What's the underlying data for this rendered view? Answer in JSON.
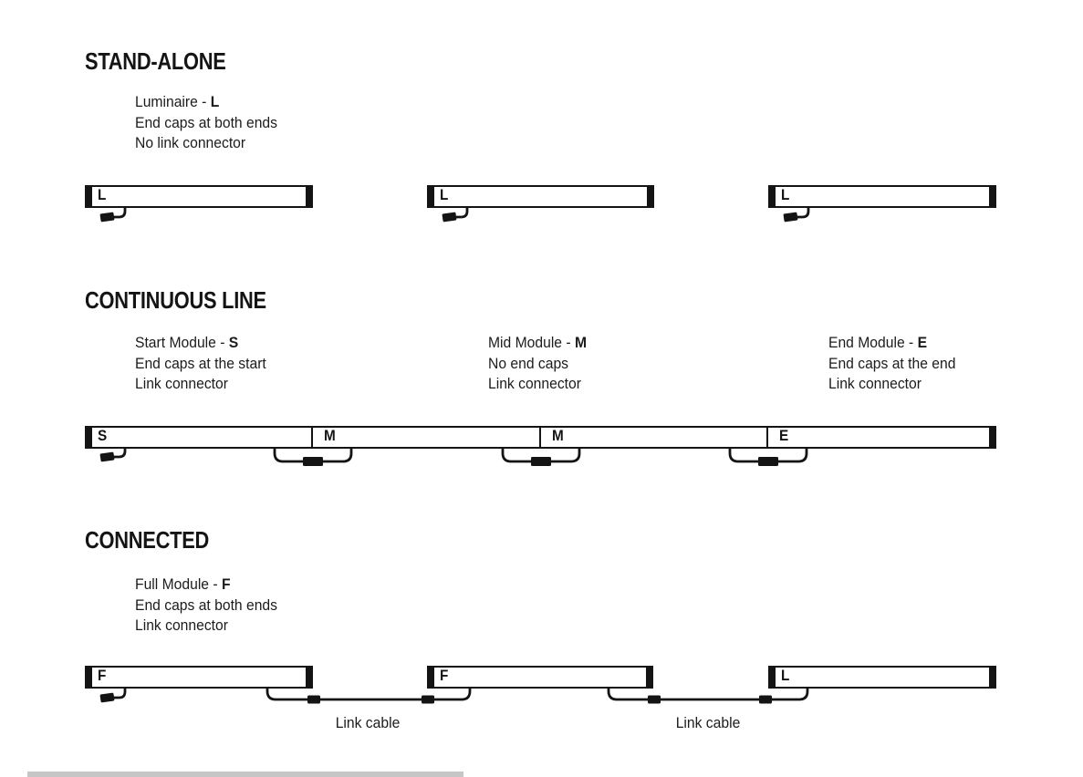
{
  "colors": {
    "ink": "#141414",
    "background": "#ffffff",
    "artifact_bar": "#c6c6c6"
  },
  "sections": {
    "stand_alone": {
      "title": "STAND-ALONE",
      "desc": {
        "name_prefix": "Luminaire - ",
        "code": "L",
        "line2": "End caps at both ends",
        "line3": "No link connector"
      },
      "modules": [
        {
          "label": "L"
        },
        {
          "label": "L"
        },
        {
          "label": "L"
        }
      ]
    },
    "continuous_line": {
      "title": "CONTINUOUS LINE",
      "descs": [
        {
          "name_prefix": "Start Module - ",
          "code": "S",
          "line2": "End caps at the start",
          "line3": "Link connector"
        },
        {
          "name_prefix": "Mid Module - ",
          "code": "M",
          "line2": "No end caps",
          "line3": "Link connector"
        },
        {
          "name_prefix": "End Module - ",
          "code": "E",
          "line2": "End caps at the end",
          "line3": "Link connector"
        }
      ],
      "segments": [
        {
          "label": "S"
        },
        {
          "label": "M"
        },
        {
          "label": "M"
        },
        {
          "label": "E"
        }
      ]
    },
    "connected": {
      "title": "CONNECTED",
      "desc": {
        "name_prefix": "Full Module - ",
        "code": "F",
        "line2": "End caps at both ends",
        "line3": "Link connector"
      },
      "modules": [
        {
          "label": "F"
        },
        {
          "label": "F"
        },
        {
          "label": "L"
        }
      ],
      "cable_labels": [
        "Link cable",
        "Link cable"
      ]
    }
  }
}
